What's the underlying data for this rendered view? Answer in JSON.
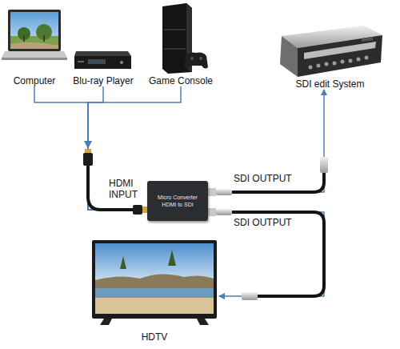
{
  "diagram": {
    "nodes": [
      {
        "text": [
          "Computer"
        ]
      },
      {
        "text": [
          "Blu-ray Player"
        ]
      },
      {
        "text": [
          "Game Console"
        ]
      },
      {
        "text": [
          "SDI edit System"
        ]
      },
      {
        "text": [
          "Micro Converter HDMI to SDI"
        ]
      },
      {
        "text": [
          "HDTV"
        ]
      }
    ],
    "edges": [
      {
        "from": 0,
        "to": 4,
        "arrow": "to"
      },
      {
        "from": 1,
        "to": 4,
        "arrow": "to"
      },
      {
        "from": 2,
        "to": 4,
        "arrow": "to"
      },
      {
        "from": 4,
        "to": 3,
        "label": "SDI OUTPUT",
        "arrow": "to"
      },
      {
        "from": 4,
        "to": 5,
        "label": "SDI OUTPUT",
        "arrow": "to"
      }
    ],
    "labels": [
      "HDMI INPUT"
    ]
  }
}
